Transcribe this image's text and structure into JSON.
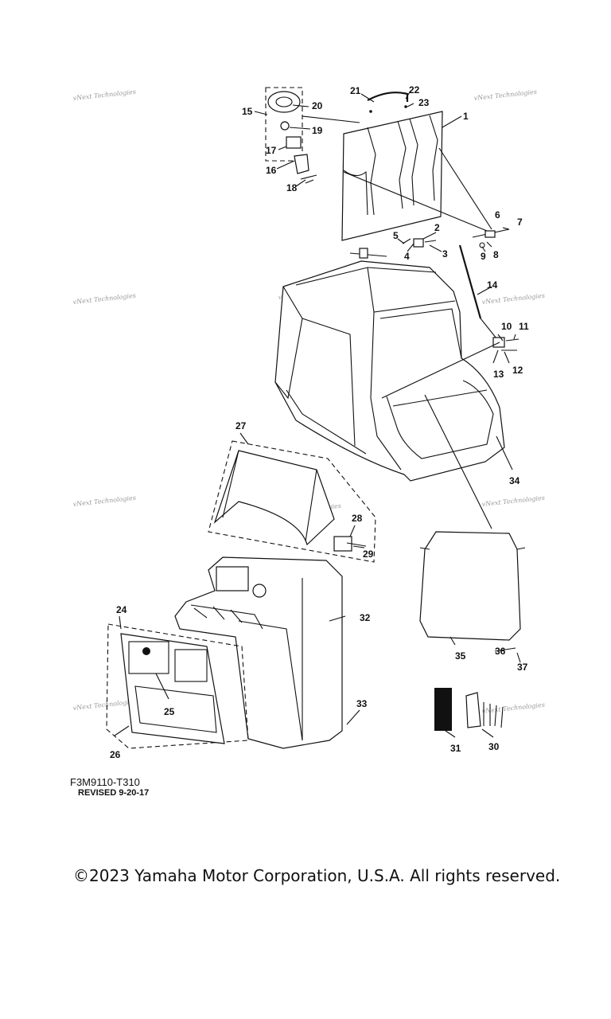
{
  "diagram": {
    "code": "F3M9110-T310",
    "revised": "REVISED 9-20-17",
    "watermark": "vNext Technologies",
    "callouts": [
      "1",
      "2",
      "3",
      "4",
      "5",
      "6",
      "7",
      "8",
      "9",
      "10",
      "11",
      "12",
      "13",
      "14",
      "15",
      "16",
      "17",
      "18",
      "19",
      "20",
      "21",
      "22",
      "23",
      "24",
      "25",
      "26",
      "27",
      "28",
      "29",
      "30",
      "31",
      "32",
      "33",
      "34",
      "35",
      "36",
      "37"
    ]
  },
  "footer": {
    "copyright": "©2023 Yamaha Motor Corporation, U.S.A. All rights reserved."
  }
}
